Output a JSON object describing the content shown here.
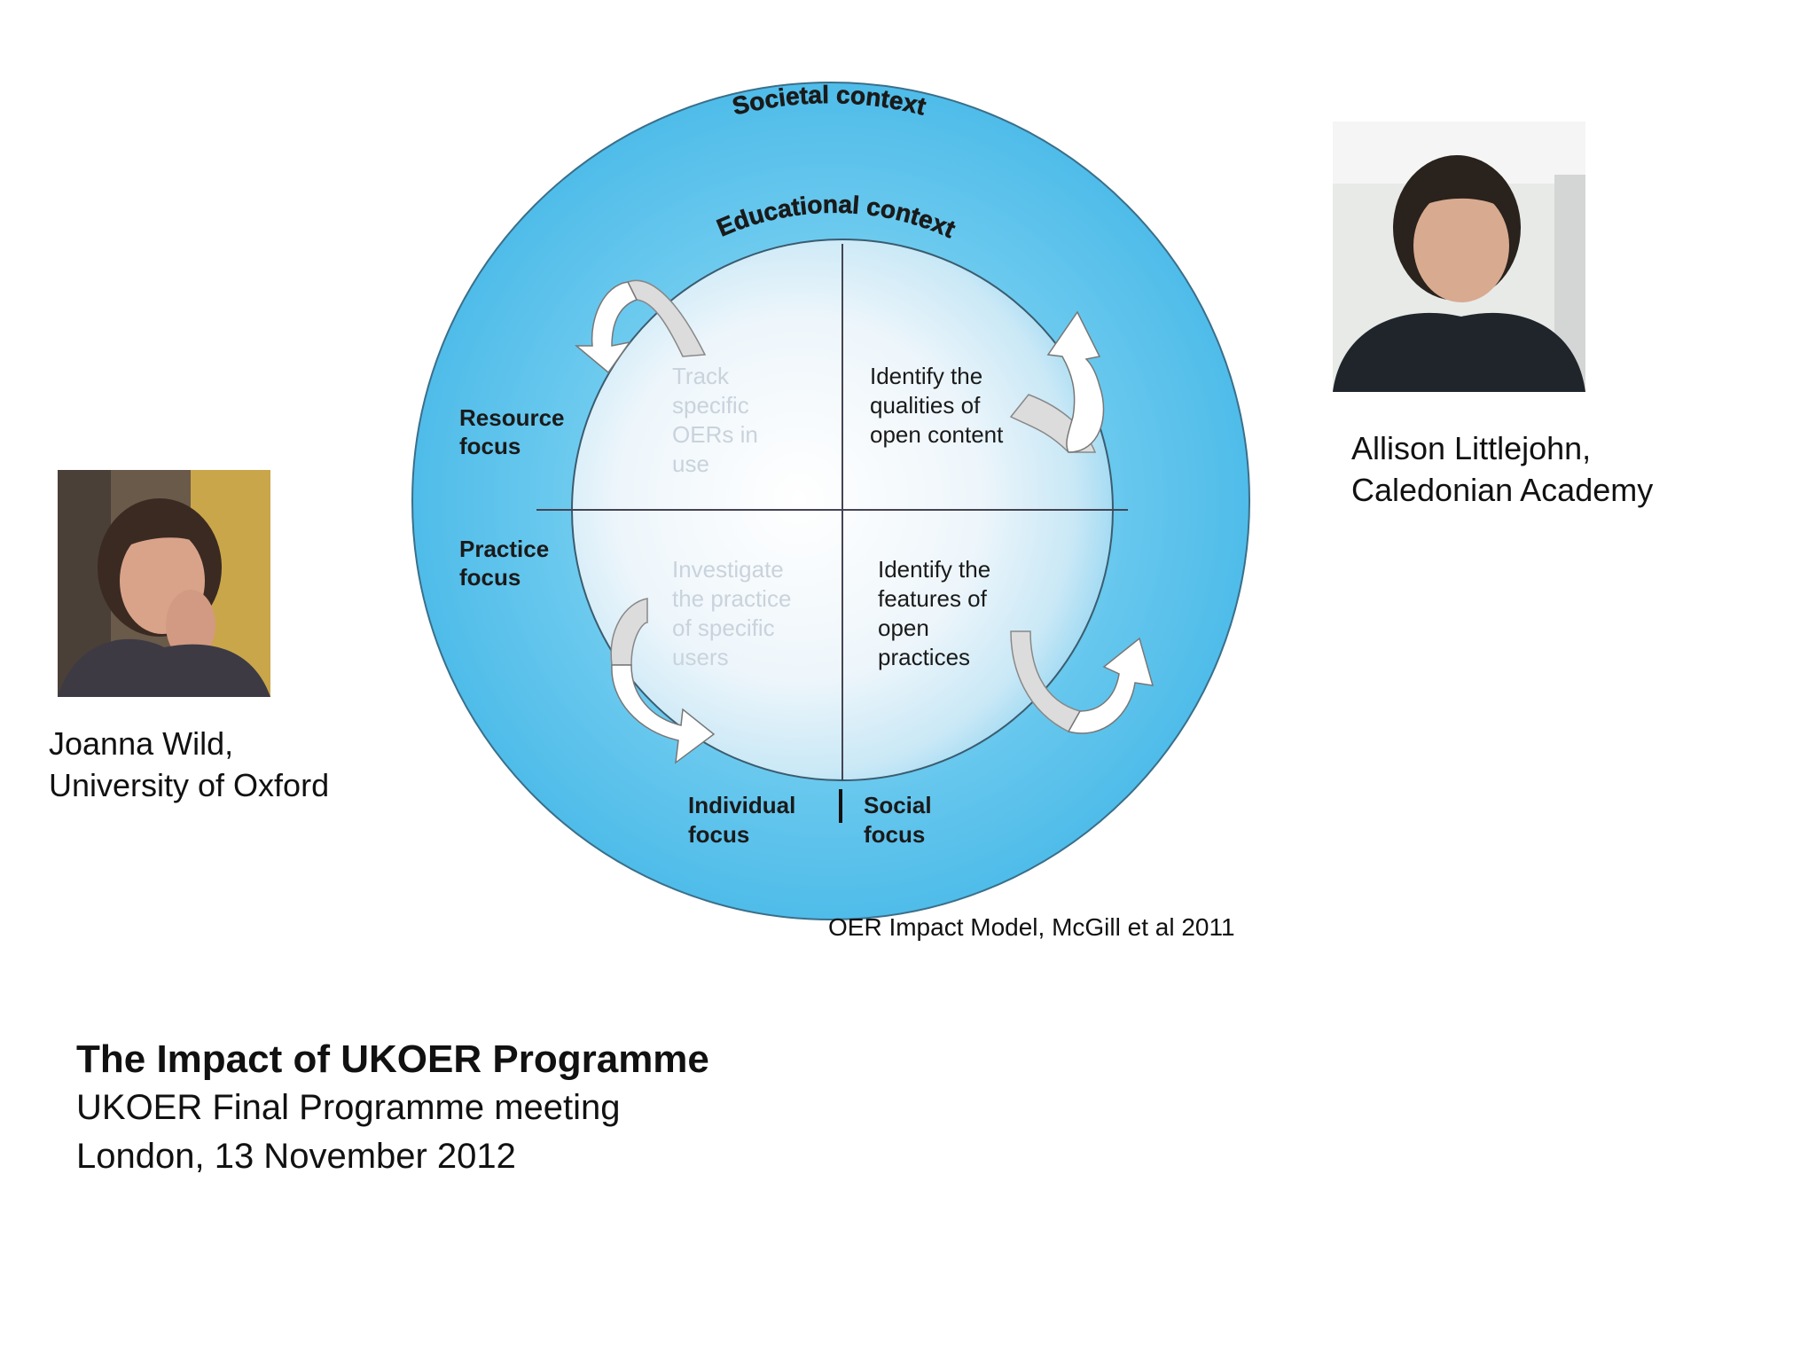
{
  "diagram": {
    "outer_label": "Societal context",
    "inner_label": "Educational context",
    "left_labels": {
      "resource": [
        "Resource",
        "focus"
      ],
      "practice": [
        "Practice",
        "focus"
      ]
    },
    "bottom_labels": {
      "individual": [
        "Individual",
        "focus"
      ],
      "social": [
        "Social",
        "focus"
      ]
    },
    "quadrants": {
      "top_left": [
        "Track",
        "specific",
        "OERs in",
        "use"
      ],
      "top_right": [
        "Identify the",
        "qualities of",
        "open content"
      ],
      "bottom_left": [
        "Investigate",
        "the practice",
        "of specific",
        "users"
      ],
      "bottom_right": [
        "Identify the",
        "features of",
        "open",
        "practices"
      ]
    },
    "colors": {
      "outer_ring": "#5cc3ec",
      "inner_disc": "#f3f8fc",
      "faded_text": "#c9d3dc",
      "dark_text": "#1a1a1a"
    }
  },
  "model_caption": "OER Impact Model, McGill et al 2011",
  "people": [
    {
      "name": "Joanna Wild,",
      "affiliation": "University of Oxford"
    },
    {
      "name": "Allison Littlejohn,",
      "affiliation": "Caledonian Academy"
    }
  ],
  "title": {
    "main": "The Impact of UKOER Programme",
    "line1": "UKOER Final Programme meeting",
    "line2": "London, 13 November 2012"
  }
}
